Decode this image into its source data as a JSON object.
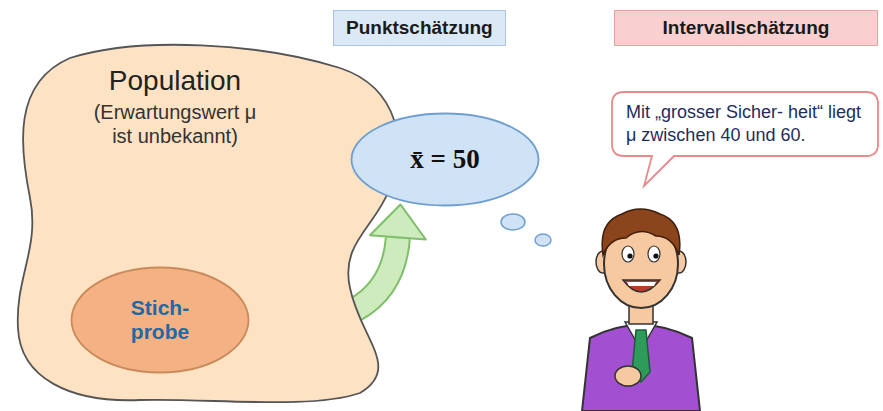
{
  "diagram": {
    "nodes": [
      {
        "text": [
          "Punktschätzung"
        ]
      },
      {
        "text": [
          "Intervallschätzung"
        ]
      },
      {
        "text": [
          "Population",
          "(Erwartungswert μ ist unbekannt)"
        ]
      },
      {
        "text": [
          "Stich- probe"
        ],
        "in": 2
      },
      {
        "text": [
          "x̄ = 50"
        ]
      },
      {
        "text": [
          "Mit „grosser Sicher- heit“ liegt μ zwischen 40 und 60."
        ]
      }
    ],
    "edges": [
      {
        "from": 3,
        "to": 4,
        "arrow": "to"
      }
    ]
  }
}
